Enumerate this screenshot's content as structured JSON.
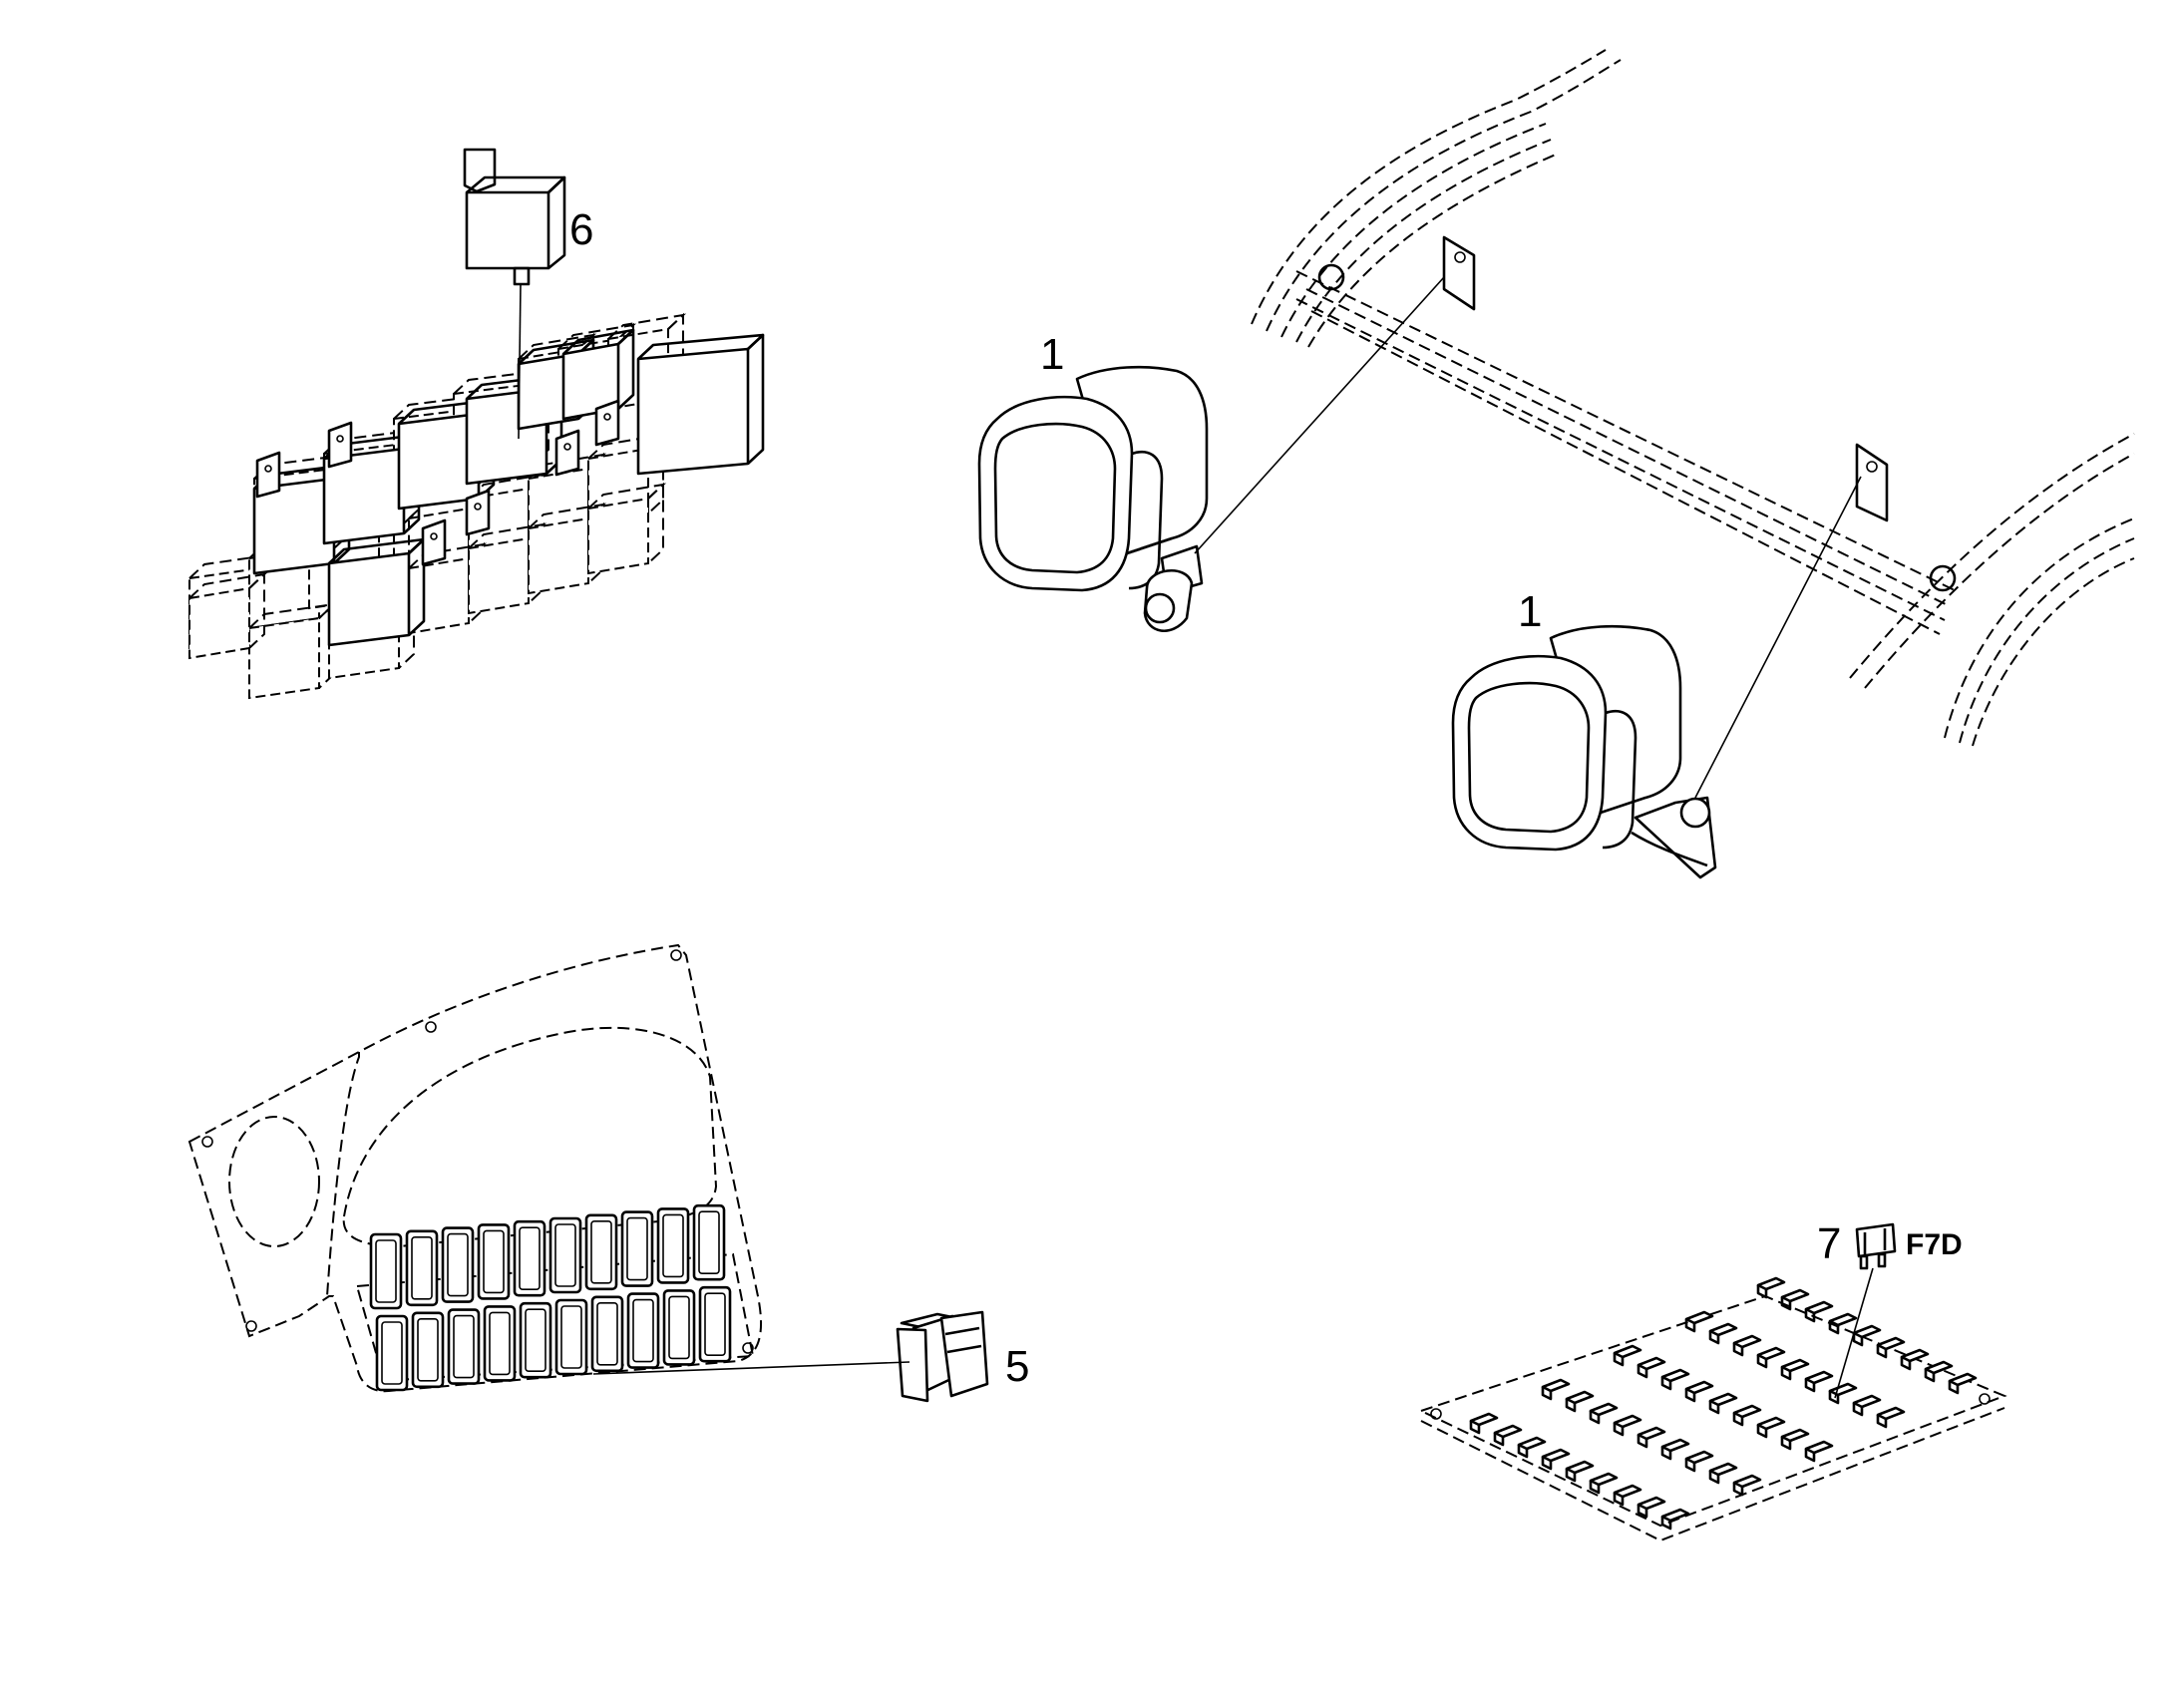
{
  "callouts": {
    "relay": "6",
    "work_light_left": "1",
    "work_light_right": "1",
    "rocker_switch": "5",
    "fuse_number": "7",
    "fuse_code": "F7D"
  }
}
